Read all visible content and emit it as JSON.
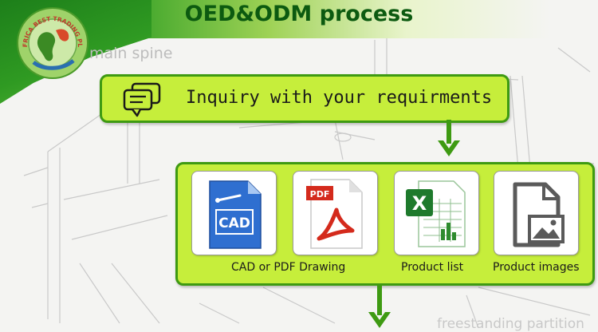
{
  "header": {
    "title": "OED&ODM process"
  },
  "logo": {
    "ring_text": "CHINA AFRICA BEST TRADING PLATFORM"
  },
  "background": {
    "main_spine_label": "main spine",
    "footer_label": "freestanding partition"
  },
  "steps": {
    "inquiry": {
      "text": "Inquiry with your requirments",
      "icon": "chat-bubbles-icon"
    },
    "documents": {
      "items": [
        {
          "icon": "cad-file-icon",
          "badge": "CAD"
        },
        {
          "icon": "pdf-file-icon",
          "badge": "PDF"
        },
        {
          "icon": "excel-file-icon",
          "badge": "X"
        },
        {
          "icon": "image-file-icon"
        }
      ],
      "labels": [
        "CAD or PDF Drawing",
        "Product list",
        "Product images"
      ]
    }
  },
  "colors": {
    "box_fill": "#c6ee3b",
    "box_border": "#3e9a12",
    "arrow": "#3e9a12",
    "title": "#0c5a10"
  }
}
